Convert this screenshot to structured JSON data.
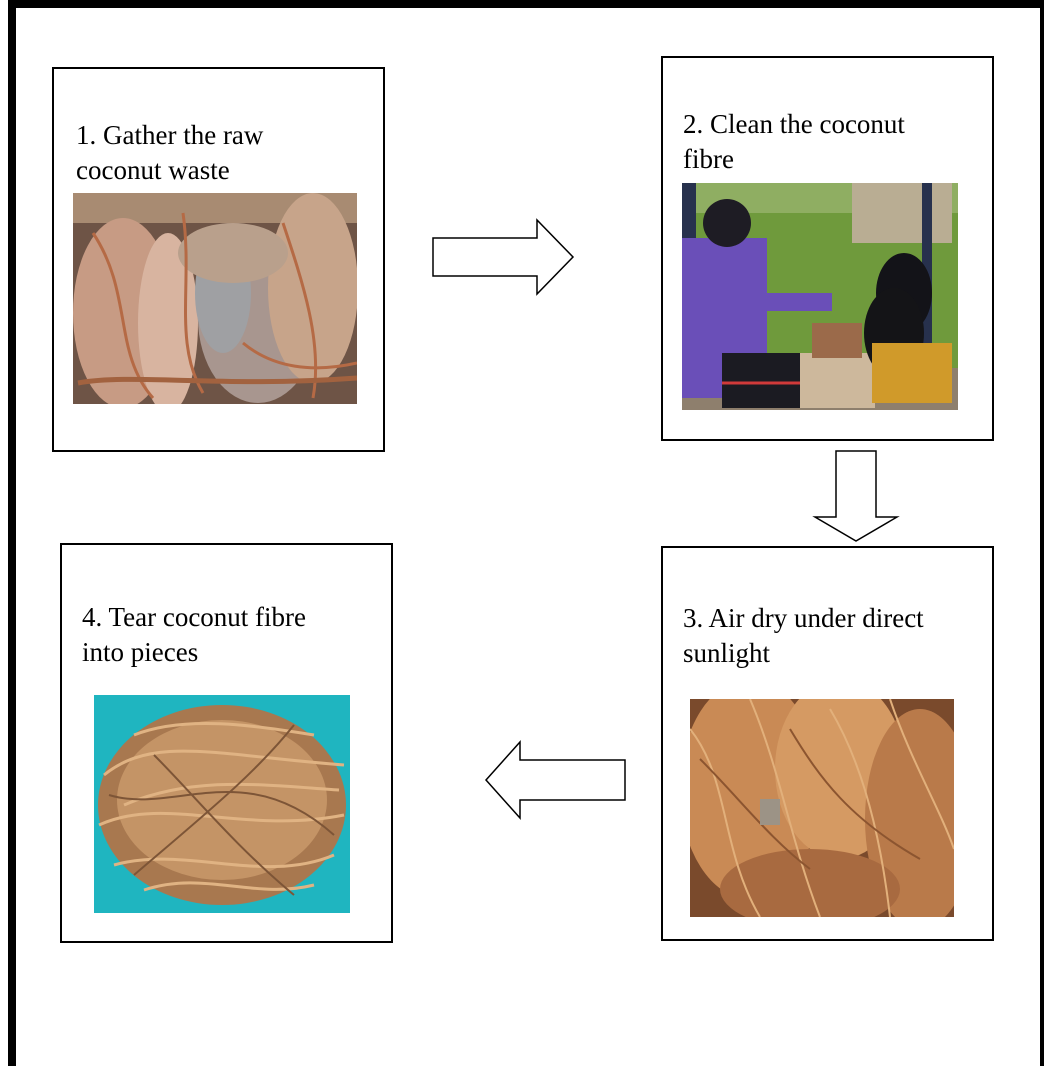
{
  "steps": [
    {
      "number": "1.",
      "text": "Gather the raw\ncoconut waste",
      "photo_alt": "raw-coconut-husks"
    },
    {
      "number": "2.",
      "text": "Clean the coconut\nfibre",
      "photo_alt": "people-cleaning-fibre"
    },
    {
      "number": "3.",
      "text": "Air dry under direct\nsunlight",
      "photo_alt": "drying-coconut-husks"
    },
    {
      "number": "4.",
      "text": "Tear coconut fibre\ninto pieces",
      "photo_alt": "torn-coconut-fibre"
    }
  ],
  "flow": [
    "step-1-to-step-2",
    "step-2-to-step-3",
    "step-3-to-step-4"
  ],
  "colors": {
    "frame": "#000000",
    "husk": "#b7805c",
    "fibre": "#c9905e",
    "grass": "#6f9a3c",
    "shirt": "#6a4fb8",
    "teal": "#1fb5c0"
  }
}
